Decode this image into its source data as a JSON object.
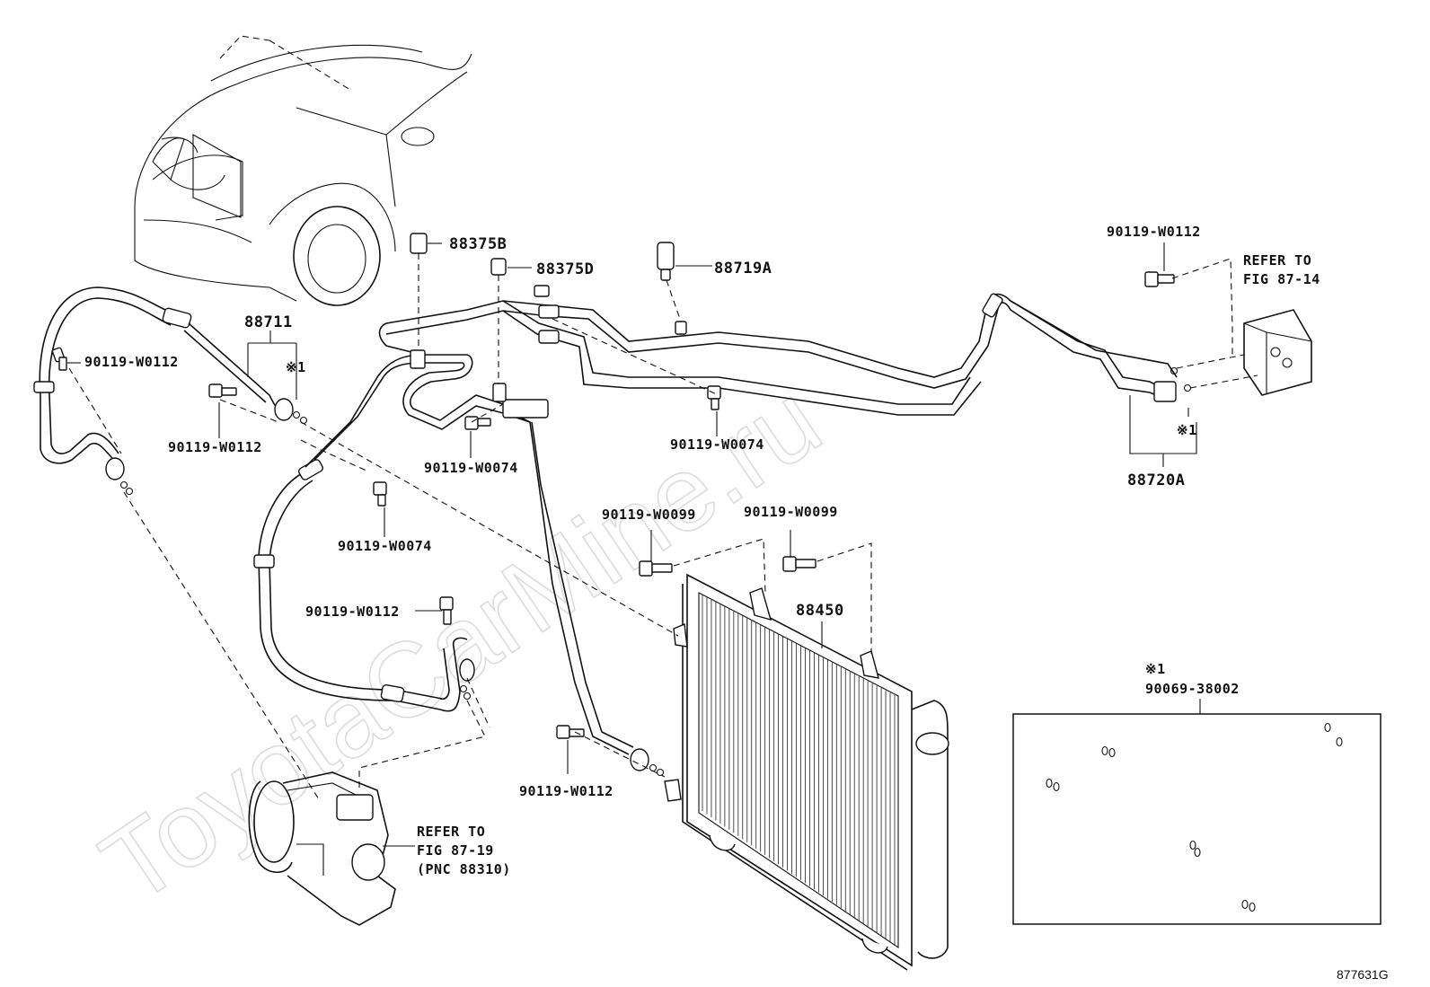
{
  "watermark": "ToyotaCarMine.ru",
  "figure_code": "877631G",
  "callouts": {
    "p88375B": "88375B",
    "p88375D": "88375D",
    "p88719A": "88719A",
    "p88711": "88711",
    "p88720A": "88720A",
    "p88450": "88450",
    "note_mark_left": "※1",
    "note_mark_right": "※1",
    "bolt_w0112_hose": "90119-W0112",
    "bolt_w0112_left": "90119-W0112",
    "bolt_w0112_mid": "90119-W0112",
    "bolt_w0112_bottom": "90119-W0112",
    "bolt_w0112_right": "90119-W0112",
    "bolt_w0074_a": "90119-W0074",
    "bolt_w0074_b": "90119-W0074",
    "bolt_w0074_c": "90119-W0074",
    "bolt_w0099_a": "90119-W0099",
    "bolt_w0099_b": "90119-W0099"
  },
  "references": {
    "evap_line1": "REFER TO",
    "evap_line2": "FIG 87-14",
    "comp_line1": "REFER TO",
    "comp_line2": "FIG 87-19",
    "comp_line3": "(PNC 88310)"
  },
  "oring_box": {
    "mark": "※1",
    "part": "90069-38002"
  }
}
